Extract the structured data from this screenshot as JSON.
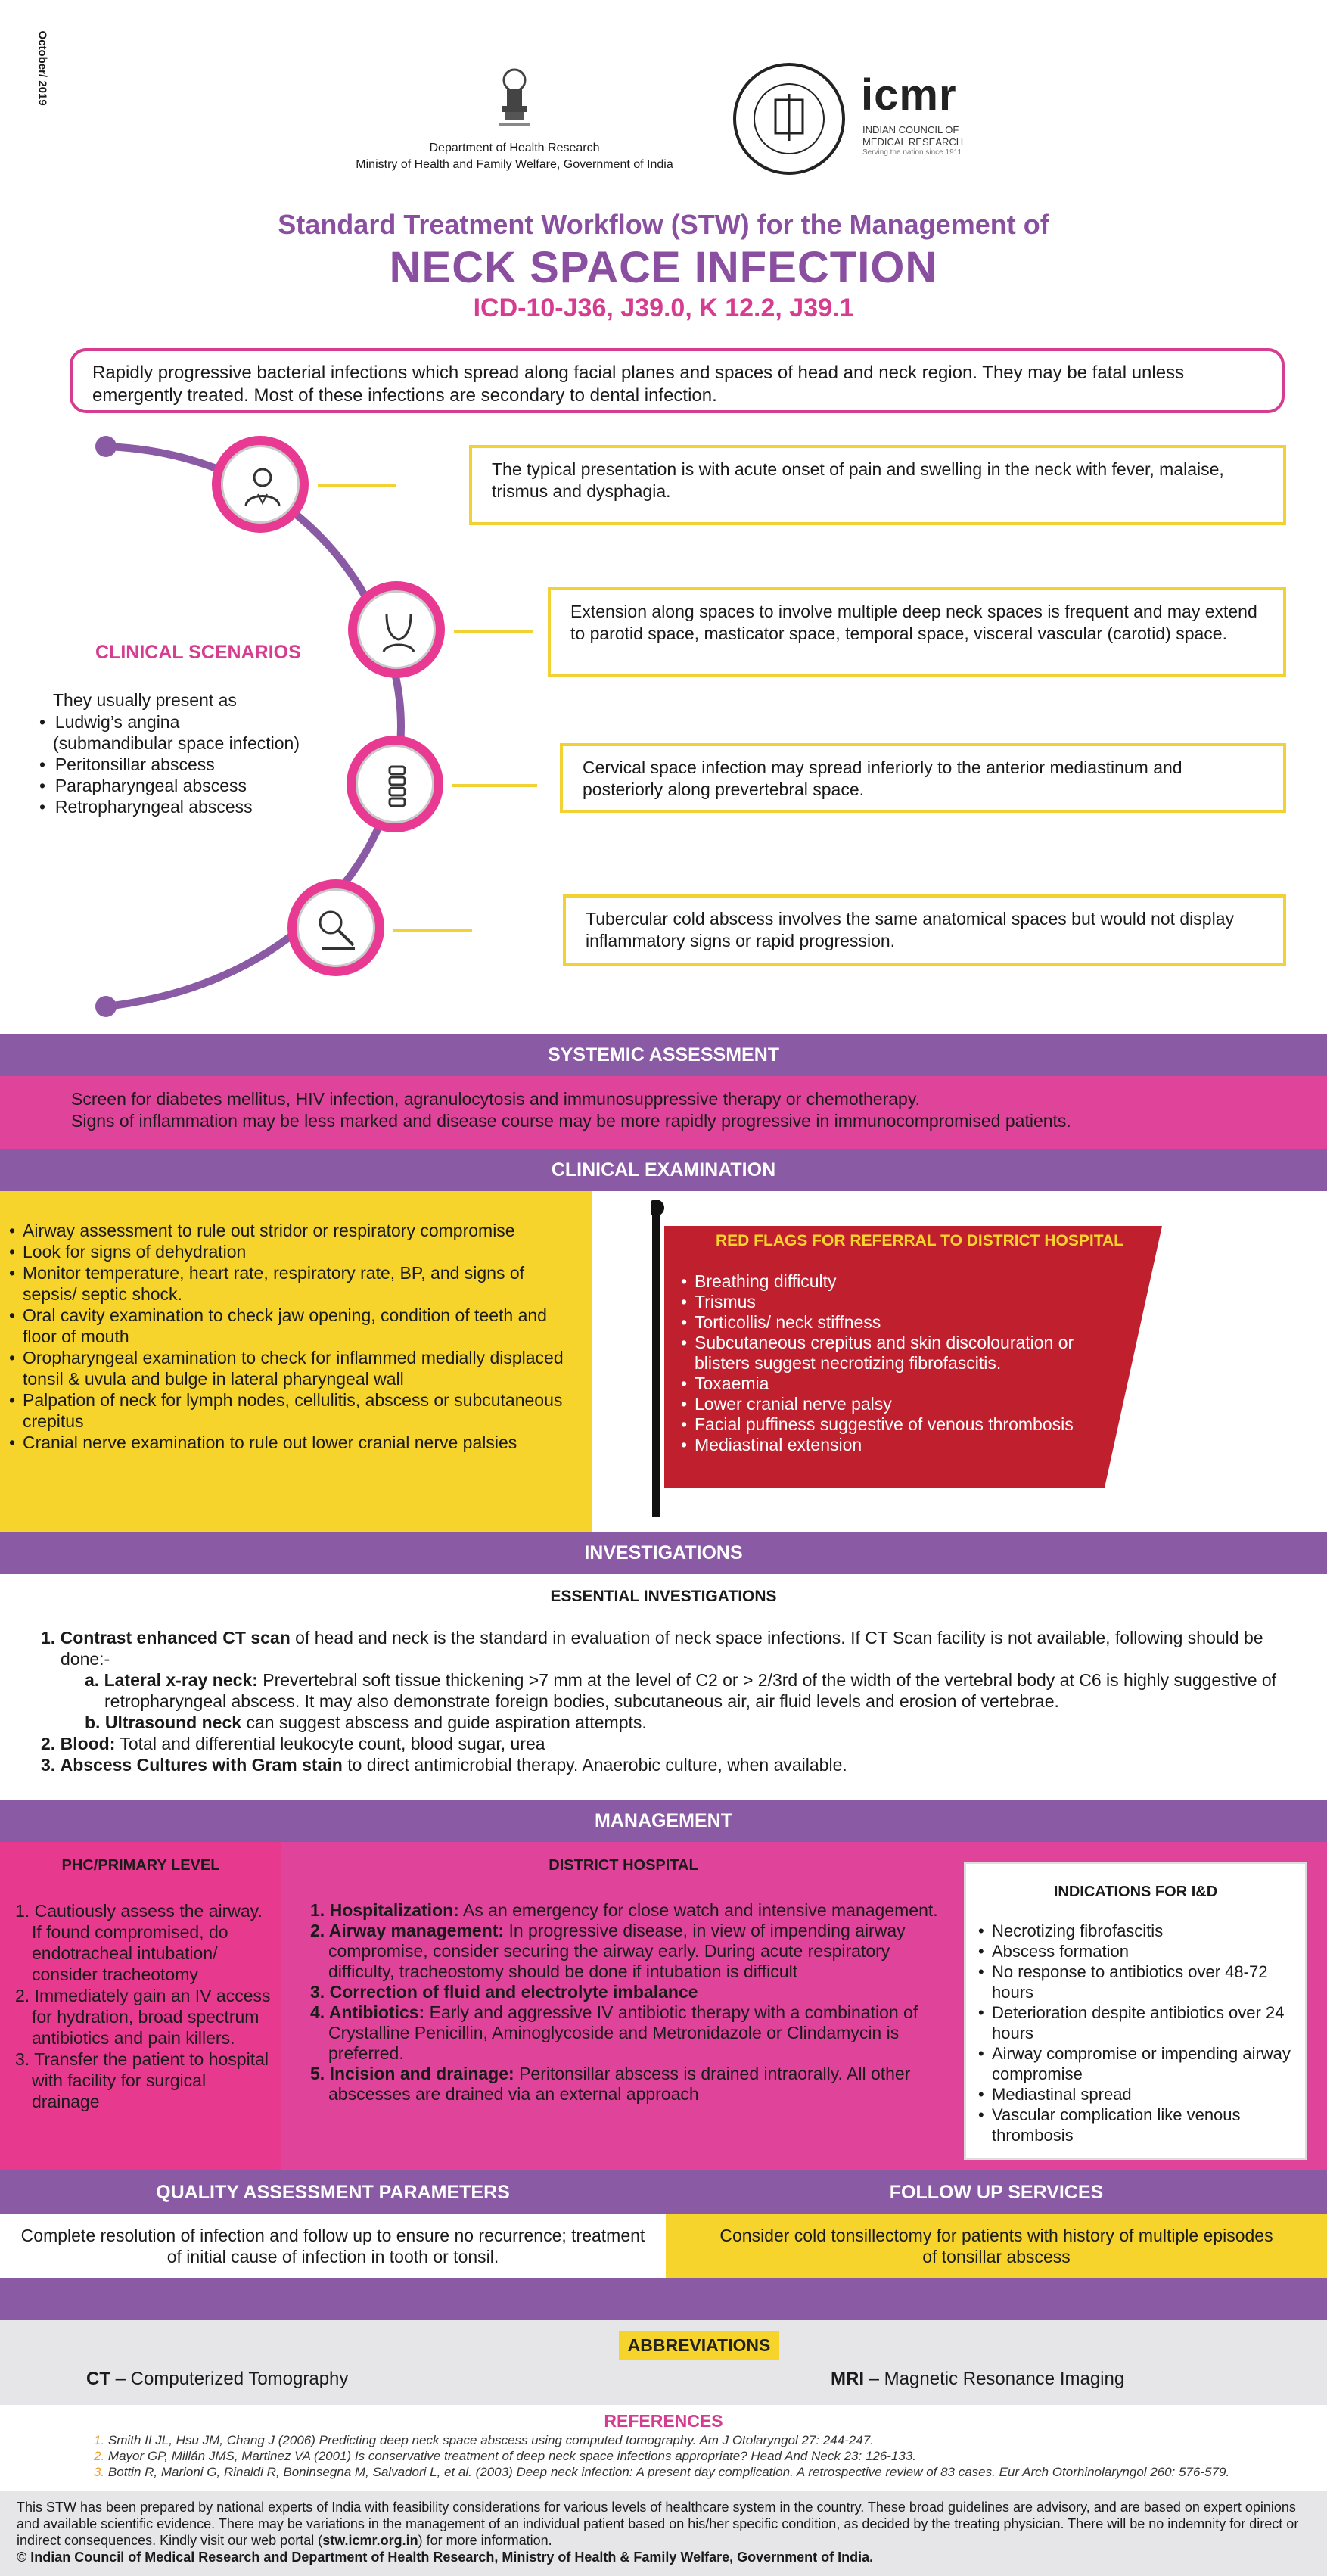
{
  "header": {
    "side_date": "October/ 2019",
    "dept_line1": "Department of Health Research",
    "dept_line2": "Ministry of Health and Family Welfare, Government of India",
    "icmr_logo": "icmr",
    "icmr_name_line1": "INDIAN COUNCIL OF",
    "icmr_name_line2": "MEDICAL RESEARCH",
    "icmr_tagline": "Serving the nation since 1911",
    "title_line1": "Standard Treatment Workflow (STW) for the Management of",
    "title_main": "NECK SPACE INFECTION",
    "icd_codes": "ICD-10-J36, J39.0, K 12.2, J39.1"
  },
  "intro": "Rapidly progressive bacterial infections which spread along facial planes and spaces of head and neck region. They may be fatal unless emergently treated. Most of these infections are secondary to dental infection.",
  "clinical_scenarios": {
    "title": "CLINICAL SCENARIOS",
    "lead": "They usually present as",
    "items": [
      "Ludwig’s angina",
      "(submandibular space infection)",
      "Peritonsillar abscess",
      "Parapharyngeal abscess",
      "Retropharyngeal abscess"
    ],
    "boxes": [
      "The typical presentation is with acute onset of pain and swelling in the neck with fever, malaise, trismus and dysphagia.",
      "Extension along spaces to involve multiple deep neck spaces is frequent and may extend to parotid space, masticator space, temporal space, visceral vascular (carotid) space.",
      "Cervical space infection may spread inferiorly to the anterior mediastinum and posteriorly along prevertebral space.",
      "Tubercular cold abscess involves the same anatomical spaces but would not display inflammatory signs or rapid progression."
    ],
    "icons": [
      "doctor-icon",
      "neck-icon",
      "spine-icon",
      "microscope-icon"
    ]
  },
  "systemic": {
    "title": "SYSTEMIC ASSESSMENT",
    "line1": "Screen for diabetes mellitus, HIV infection, agranulocytosis and immunosuppressive therapy or chemotherapy.",
    "line2": "Signs of inflammation may be less marked and disease course may be more rapidly progressive in immunocompromised patients."
  },
  "clinical_exam": {
    "title": "CLINICAL EXAMINATION",
    "items": [
      "Airway assessment to rule out stridor or respiratory compromise",
      "Look for signs of dehydration",
      "Monitor temperature, heart rate, respiratory rate, BP, and signs of sepsis/ septic shock.",
      "Oral cavity examination to check jaw opening, condition of teeth and floor of mouth",
      "Oropharyngeal examination to check for inflammed medially displaced tonsil & uvula and bulge in lateral pharyngeal wall",
      "Palpation of neck for lymph nodes, cellulitis, abscess or subcutaneous crepitus",
      "Cranial nerve examination to rule out lower cranial nerve palsies"
    ],
    "red_flags_title": "RED FLAGS FOR REFERRAL TO DISTRICT HOSPITAL",
    "red_flags": [
      "Breathing difficulty",
      "Trismus",
      "Torticollis/ neck stiffness",
      "Subcutaneous crepitus and skin discolouration or blisters suggest necrotizing fibrofascitis.",
      "Toxaemia",
      "Lower cranial nerve palsy",
      "Facial puffiness suggestive of venous thrombosis",
      "Mediastinal extension"
    ]
  },
  "investigations": {
    "title": "INVESTIGATIONS",
    "subtitle": "ESSENTIAL INVESTIGATIONS",
    "i1_num": "1.",
    "i1_bold": "Contrast enhanced CT scan",
    "i1_text": " of head and neck is the standard in evaluation of neck space infections. If CT Scan facility is not available, following should be done:-",
    "ia_num": "a.",
    "ia_bold": "Lateral x-ray neck:",
    "ia_text": " Prevertebral soft tissue thickening >7 mm at the level of C2 or > 2/3rd of the width of the vertebral body at C6 is highly suggestive of retropharyngeal abscess. It may also demonstrate foreign bodies, subcutaneous air, air fluid levels and erosion of vertebrae.",
    "ib_num": "b.",
    "ib_bold": "Ultrasound neck",
    "ib_text": " can suggest abscess and guide aspiration attempts.",
    "i2_num": "2.",
    "i2_bold": "Blood:",
    "i2_text": " Total and differential leukocyte count, blood sugar, urea",
    "i3_num": "3.",
    "i3_bold": "Abscess Cultures with Gram stain",
    "i3_text": " to direct antimicrobial therapy. Anaerobic culture, when available."
  },
  "management": {
    "title": "MANAGEMENT",
    "phc_title": "PHC/PRIMARY LEVEL",
    "phc_items": [
      "Cautiously assess the airway. If found compromised, do endotracheal intubation/ consider tracheotomy",
      "Immediately gain an IV access for hydration, broad spectrum antibiotics and pain killers.",
      "Transfer the patient to hospital with facility for surgical drainage"
    ],
    "dh_title": "DISTRICT HOSPITAL",
    "dh_items": [
      {
        "bold": "Hospitalization:",
        "text": " As an emergency for close watch and intensive management."
      },
      {
        "bold": "Airway management:",
        "text": " In progressive disease, in view of impending airway compromise, consider securing the airway early. During acute respiratory difficulty, tracheostomy should be done if intubation is difficult"
      },
      {
        "bold": "Correction of fluid and electrolyte imbalance",
        "text": ""
      },
      {
        "bold": "Antibiotics:",
        "text": " Early and aggressive IV antibiotic therapy with a combination of Crystalline Penicillin, Aminoglycoside and Metronidazole or Clindamycin is preferred."
      },
      {
        "bold": "Incision and drainage:",
        "text": " Peritonsillar abscess is drained intraorally. All other abscesses are drained via an external approach"
      }
    ],
    "ind_title": "INDICATIONS FOR I&D",
    "ind_items": [
      "Necrotizing fibrofascitis",
      "Abscess formation",
      "No response to antibiotics over 48-72 hours",
      "Deterioration despite antibiotics over 24 hours",
      "Airway compromise or impending airway compromise",
      "Mediastinal spread",
      "Vascular complication like venous thrombosis"
    ]
  },
  "quality": {
    "title": "QUALITY ASSESSMENT PARAMETERS",
    "text": "Complete resolution of infection and follow up to ensure no recurrence; treatment of initial cause of infection in tooth or tonsil."
  },
  "followup": {
    "title": "FOLLOW UP SERVICES",
    "text": "Consider cold tonsillectomy for patients with history of multiple episodes of tonsillar abscess"
  },
  "abbreviations": {
    "title": "ABBREVIATIONS",
    "items": [
      {
        "abbr": "CT",
        "full": " – Computerized Tomography"
      },
      {
        "abbr": "MRI",
        "full": " – Magnetic Resonance Imaging"
      }
    ]
  },
  "references": {
    "title": "REFERENCES",
    "items": [
      "Smith II JL, Hsu JM, Chang J (2006) Predicting deep neck space abscess using computed tomography. Am J Otolaryngol 27: 244-247.",
      "Mayor GP, Millán JMS, Martinez VA (2001) Is conservative treatment of deep neck space infections appropriate? Head And Neck 23: 126-133.",
      "Bottin R, Marioni G, Rinaldi R, Boninsegna M, Salvadori L, et al. (2003) Deep neck infection: A present day complication. A retrospective review of 83 cases. Eur Arch Otorhinolaryngol 260: 576-579."
    ]
  },
  "footer": {
    "disclaimer": "This STW has been prepared by national experts of India with feasibility considerations for various levels of healthcare system in the country. These broad guidelines are advisory, and are based on expert opinions and available scientific evidence. There may be variations in the management of an individual patient based on his/her specific condition, as decided by the treating physician. There will be no indemnity for direct or indirect consequences. Kindly visit our web portal (",
    "portal": "stw.icmr.org.in",
    "disclaimer_end": ") for more information.",
    "copyright": "© Indian Council of Medical Research and Department of Health Research, Ministry of Health & Family Welfare, Government of India."
  },
  "colors": {
    "purple": "#8a5aa5",
    "magenta": "#e0449a",
    "yellow": "#f7d42c",
    "red_flag": "#c0202e",
    "grey_band": "#e6e6e8"
  }
}
